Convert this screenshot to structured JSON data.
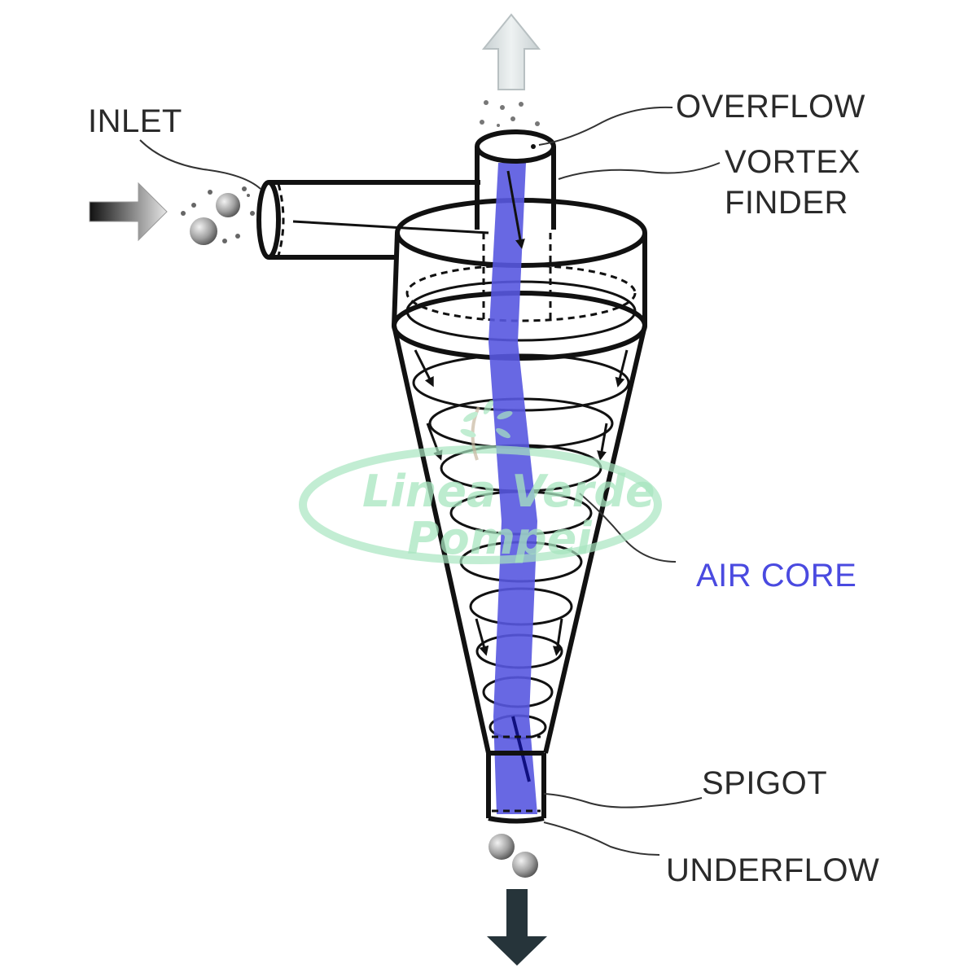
{
  "diagram": {
    "title": "Hydrocyclone",
    "labels": {
      "inlet": "INLET",
      "overflow": "OVERFLOW",
      "vortex_finder_line1": "VORTEX",
      "vortex_finder_line2": "FINDER",
      "air_core": "AIR CORE",
      "spigot": "SPIGOT",
      "underflow": "UNDERFLOW"
    },
    "watermark": {
      "line1": "Linea Verde",
      "line2": "Pompei"
    },
    "colors": {
      "air_core": "#5858e0",
      "air_core_label": "#4a4ae0",
      "outline": "#111111",
      "overflow_arrow": "#d8dedf",
      "underflow_arrow": "#26343a",
      "watermark": "#a8e6c0"
    }
  }
}
